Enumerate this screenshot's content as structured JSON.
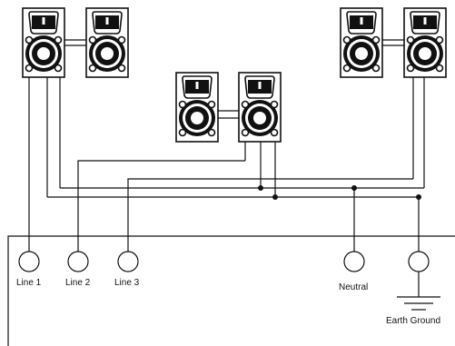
{
  "terminals": {
    "line1": "Line 1",
    "line2": "Line 2",
    "line3": "Line 3",
    "neutral": "Neutral",
    "earth_ground": "Earth Ground"
  },
  "speakers": [
    {
      "group": "left",
      "position": "left"
    },
    {
      "group": "left",
      "position": "right"
    },
    {
      "group": "center",
      "position": "left"
    },
    {
      "group": "center",
      "position": "right"
    },
    {
      "group": "right",
      "position": "left"
    },
    {
      "group": "right",
      "position": "right"
    }
  ],
  "colors": {
    "line": "#111111",
    "background": "#ffffff"
  }
}
